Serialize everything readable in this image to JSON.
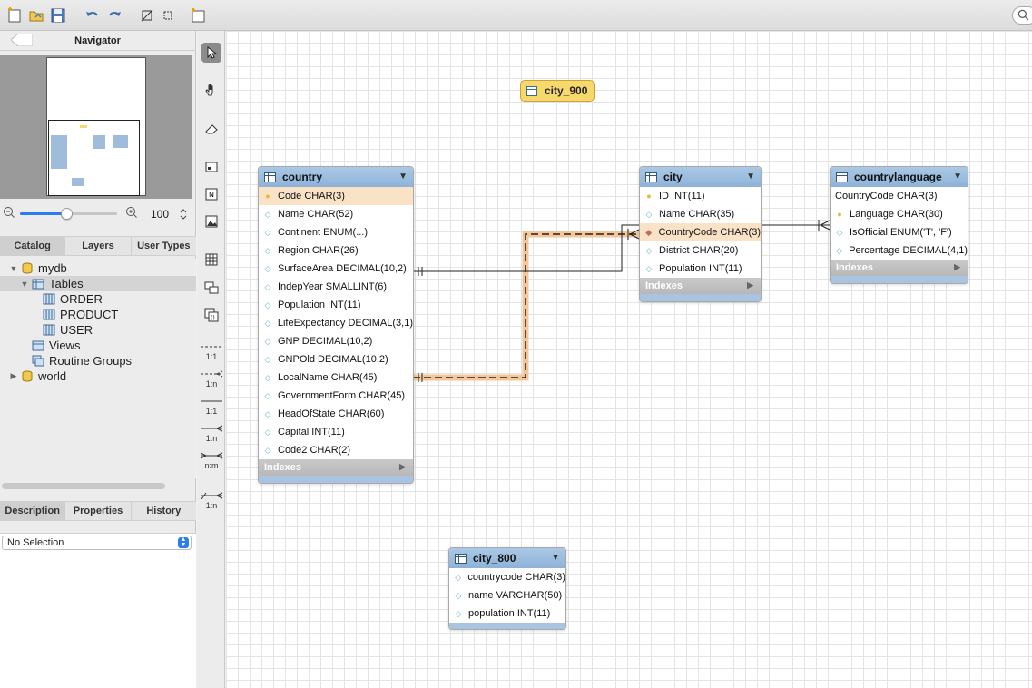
{
  "navigator": {
    "title": "Navigator",
    "zoom": "100",
    "zoom_fraction": 0.48
  },
  "catalog_tabs": [
    "Catalog",
    "Layers",
    "User Types"
  ],
  "tree": [
    {
      "label": "mydb",
      "level": 0,
      "expanded": true,
      "icon": "database-icon"
    },
    {
      "label": "Tables",
      "level": 1,
      "expanded": true,
      "icon": "tables-folder-icon",
      "selected": true
    },
    {
      "label": "ORDER",
      "level": 2,
      "icon": "table-icon"
    },
    {
      "label": "PRODUCT",
      "level": 2,
      "icon": "table-icon"
    },
    {
      "label": "USER",
      "level": 2,
      "icon": "table-icon"
    },
    {
      "label": "Views",
      "level": 1,
      "icon": "views-folder-icon"
    },
    {
      "label": "Routine Groups",
      "level": 1,
      "icon": "routine-groups-icon"
    },
    {
      "label": "world",
      "level": 0,
      "expanded": false,
      "icon": "database-icon"
    }
  ],
  "bottom_tabs": [
    "Description",
    "Properties",
    "History"
  ],
  "description_select": "No Selection",
  "relation_tools": [
    "1:1",
    "1:n",
    "1:1",
    "1:n",
    "n:m",
    "1:n"
  ],
  "colors": {
    "accent": "#2c7df0",
    "table_header": "#9dbfe0",
    "highlight": "#f9e2c6",
    "view": "#f7d96b"
  },
  "canvas": {
    "view": {
      "name": "city_900"
    },
    "entities": [
      {
        "id": "country",
        "name": "country",
        "indexes_label": "Indexes",
        "columns": [
          {
            "text": "Code CHAR(3)",
            "kind": "key",
            "highlight": true
          },
          {
            "text": "Name CHAR(52)",
            "kind": "col"
          },
          {
            "text": "Continent ENUM(...)",
            "kind": "col"
          },
          {
            "text": "Region CHAR(26)",
            "kind": "col"
          },
          {
            "text": "SurfaceArea DECIMAL(10,2)",
            "kind": "col"
          },
          {
            "text": "IndepYear SMALLINT(6)",
            "kind": "col"
          },
          {
            "text": "Population INT(11)",
            "kind": "col"
          },
          {
            "text": "LifeExpectancy DECIMAL(3,1)",
            "kind": "col"
          },
          {
            "text": "GNP DECIMAL(10,2)",
            "kind": "col"
          },
          {
            "text": "GNPOld DECIMAL(10,2)",
            "kind": "col"
          },
          {
            "text": "LocalName CHAR(45)",
            "kind": "col"
          },
          {
            "text": "GovernmentForm CHAR(45)",
            "kind": "col"
          },
          {
            "text": "HeadOfState CHAR(60)",
            "kind": "col"
          },
          {
            "text": "Capital INT(11)",
            "kind": "col"
          },
          {
            "text": "Code2 CHAR(2)",
            "kind": "col"
          }
        ]
      },
      {
        "id": "city",
        "name": "city",
        "indexes_label": "Indexes",
        "columns": [
          {
            "text": "ID INT(11)",
            "kind": "key"
          },
          {
            "text": "Name CHAR(35)",
            "kind": "col"
          },
          {
            "text": "CountryCode CHAR(3)",
            "kind": "fk",
            "highlight": true
          },
          {
            "text": "District CHAR(20)",
            "kind": "col"
          },
          {
            "text": "Population INT(11)",
            "kind": "col"
          }
        ]
      },
      {
        "id": "countrylanguage",
        "name": "countrylanguage",
        "indexes_label": "Indexes",
        "columns": [
          {
            "text": "CountryCode CHAR(3)",
            "kind": "none"
          },
          {
            "text": "Language CHAR(30)",
            "kind": "key"
          },
          {
            "text": "IsOfficial ENUM('T', 'F')",
            "kind": "col"
          },
          {
            "text": "Percentage DECIMAL(4,1)",
            "kind": "col"
          }
        ]
      },
      {
        "id": "city_800",
        "name": "city_800",
        "columns": [
          {
            "text": "countrycode CHAR(3)",
            "kind": "col"
          },
          {
            "text": "name VARCHAR(50)",
            "kind": "col"
          },
          {
            "text": "population INT(11)",
            "kind": "col"
          }
        ]
      }
    ]
  }
}
